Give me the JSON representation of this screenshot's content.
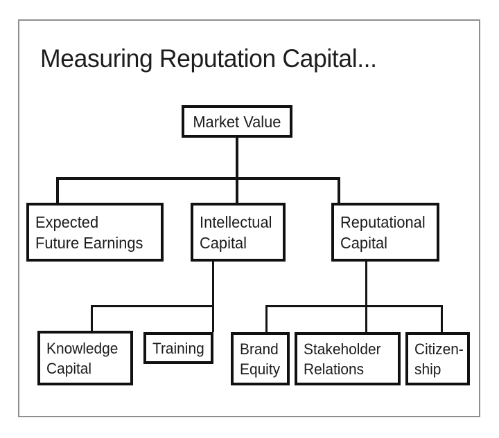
{
  "diagram": {
    "title": "Measuring Reputation Capital...",
    "type": "hierarchy-tree",
    "frame_color": "#8e8e8e",
    "box_border_color": "#111111",
    "line_color": "#141414",
    "background": "#ffffff",
    "nodes": {
      "root": {
        "label": "Market Value",
        "lines": [
          "Market Value"
        ]
      },
      "level2": [
        {
          "id": "expected-future-earnings",
          "lines": [
            "Expected",
            "Future Earnings"
          ]
        },
        {
          "id": "intellectual-capital",
          "lines": [
            "Intellectual",
            "Capital"
          ]
        },
        {
          "id": "reputational-capital",
          "lines": [
            "Reputational",
            "Capital"
          ]
        }
      ],
      "level3_intellectual": [
        {
          "id": "knowledge-capital",
          "lines": [
            "Knowledge",
            "Capital"
          ]
        },
        {
          "id": "training",
          "lines": [
            "Training"
          ]
        }
      ],
      "level3_reputational": [
        {
          "id": "brand-equity",
          "lines": [
            "Brand",
            "Equity"
          ]
        },
        {
          "id": "stakeholder-relations",
          "lines": [
            "Stakeholder",
            "Relations"
          ]
        },
        {
          "id": "citizenship",
          "lines": [
            "Citizen-",
            "ship"
          ]
        }
      ]
    }
  }
}
